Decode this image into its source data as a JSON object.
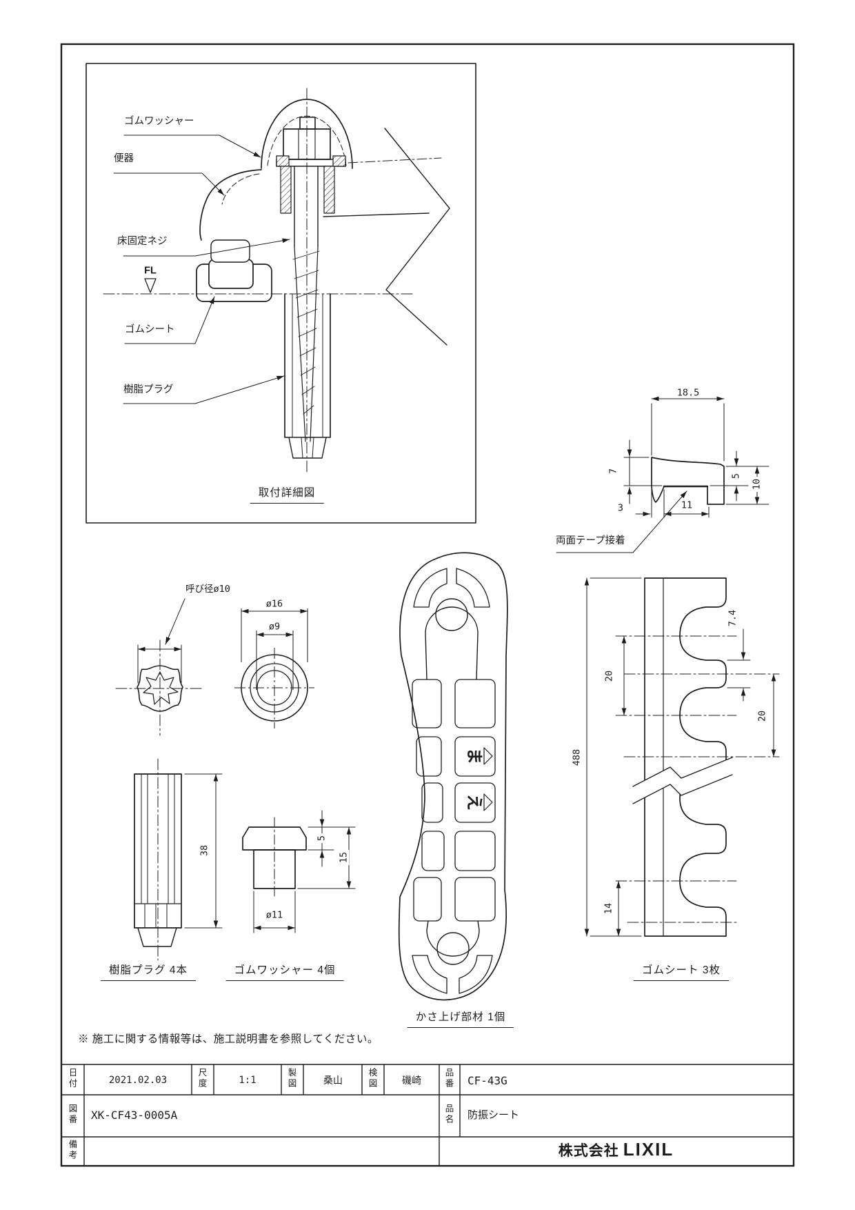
{
  "detail": {
    "caption": "取付詳細図",
    "labels": {
      "washer": "ゴムワッシャー",
      "toilet": "便器",
      "screw": "床固定ネジ",
      "floor_level": "FL",
      "sheet": "ゴムシート",
      "plug": "樹脂プラグ"
    }
  },
  "profile": {
    "label": "両面テープ接着",
    "dims": {
      "width": "18.5",
      "left_height": "7",
      "left_step": "3",
      "notch_width": "11",
      "right_step": "5",
      "right_height": "10"
    }
  },
  "plug_part": {
    "caption": "樹脂プラグ 4本",
    "dims": {
      "nominal": "呼び径ø10",
      "length": "38"
    }
  },
  "washer_part": {
    "caption": "ゴムワッシャー 4個",
    "dims": {
      "outer": "ø16",
      "inner": "ø9",
      "head_height": "5",
      "height": "15",
      "body": "ø11"
    }
  },
  "riser_part": {
    "caption": "かさ上げ部材 1個",
    "mark_front": "ま",
    "mark_back": "え"
  },
  "sheet_part": {
    "caption": "ゴムシート 3枚",
    "dims": {
      "length": "488",
      "tab": "7.4",
      "pitch_left": "20",
      "pitch_right": "20",
      "end": "14"
    }
  },
  "note": "※ 施工に関する情報等は、施工説明書を参照してください。",
  "title_block": {
    "date_label": "日付",
    "date": "2021.02.03",
    "scale_label": "尺度",
    "scale": "1:1",
    "drafter_label": "製図",
    "drafter": "桑山",
    "checker_label": "検図",
    "checker": "磯崎",
    "part_no_label": "品番",
    "part_no": "CF-43G",
    "drawing_no_label": "図番",
    "drawing_no": "XK-CF43-0005A",
    "part_name_label": "品名",
    "part_name": "防振シート",
    "remarks_label": "備考",
    "remarks": "",
    "company_prefix": "株式会社",
    "company_brand": "LIXIL"
  }
}
